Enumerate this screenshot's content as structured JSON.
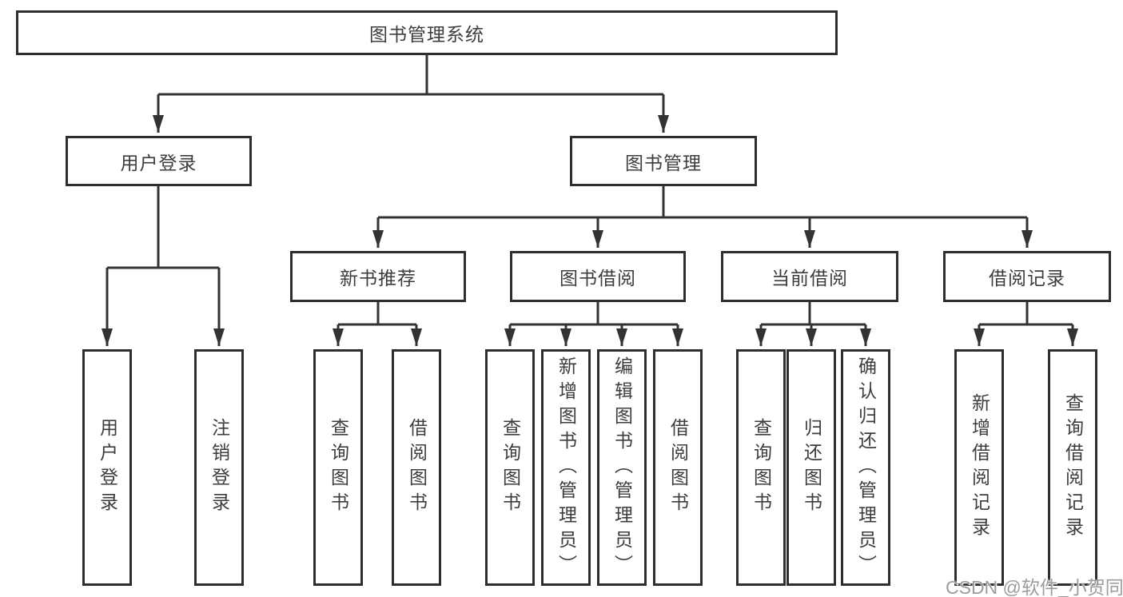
{
  "tree": {
    "label": "图书管理系统",
    "children": [
      {
        "label": "用户登录",
        "children": [
          {
            "label": "用户登录"
          },
          {
            "label": "注销登录"
          }
        ]
      },
      {
        "label": "图书管理",
        "children": [
          {
            "label": "新书推荐",
            "children": [
              {
                "label": "查询图书"
              },
              {
                "label": "借阅图书"
              }
            ]
          },
          {
            "label": "图书借阅",
            "children": [
              {
                "label": "查询图书"
              },
              {
                "label": "新增图书（管理员）"
              },
              {
                "label": "编辑图书（管理员）"
              },
              {
                "label": "借阅图书"
              }
            ]
          },
          {
            "label": "当前借阅",
            "children": [
              {
                "label": "查询图书"
              },
              {
                "label": "归还图书"
              },
              {
                "label": "确认归还（管理员）"
              }
            ]
          },
          {
            "label": "借阅记录",
            "children": [
              {
                "label": "新增借阅记录"
              },
              {
                "label": "查询借阅记录"
              }
            ]
          }
        ]
      }
    ]
  },
  "watermark": "CSDN @软件_小贺同学",
  "colors": {
    "line": "#333333",
    "box_border": "#2e2e2e",
    "box_fill": "#ffffff",
    "text": "#3d3d3d",
    "watermark_text": "#9c9c9c",
    "background": "#ffffff"
  }
}
